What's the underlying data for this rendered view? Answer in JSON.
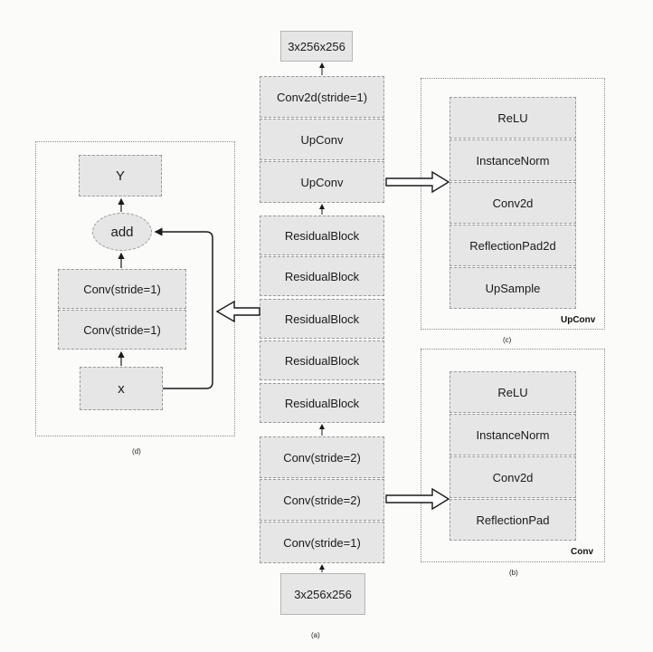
{
  "main": {
    "output": "3x256x256",
    "layers": [
      "Conv2d(stride=1)",
      "UpConv",
      "UpConv",
      "ResidualBlock",
      "ResidualBlock",
      "ResidualBlock",
      "ResidualBlock",
      "ResidualBlock",
      "Conv(stride=2)",
      "Conv(stride=2)",
      "Conv(stride=1)"
    ],
    "input": "3x256x256",
    "caption": "(a)"
  },
  "residual": {
    "y": "Y",
    "add": "add",
    "conv1": "Conv(stride=1)",
    "conv2": "Conv(stride=1)",
    "x": "x",
    "caption": "(d)"
  },
  "upconv": {
    "items": [
      "ReLU",
      "InstanceNorm",
      "Conv2d",
      "ReflectionPad2d",
      "UpSample"
    ],
    "tag": "UpConv",
    "caption": "(c)"
  },
  "conv": {
    "items": [
      "ReLU",
      "InstanceNorm",
      "Conv2d",
      "ReflectionPad"
    ],
    "tag": "Conv",
    "caption": "(b)"
  }
}
